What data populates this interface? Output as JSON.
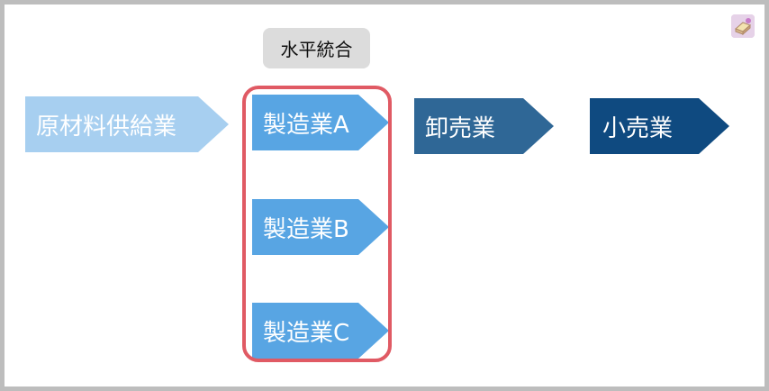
{
  "diagram": {
    "group_label": "水平統合",
    "stages": {
      "raw_materials": "原材料供給業",
      "manufacturer_a": "製造業A",
      "manufacturer_b": "製造業B",
      "manufacturer_c": "製造業C",
      "wholesale": "卸売業",
      "retail": "小売業"
    },
    "colors": {
      "raw_materials": "#a7cff0",
      "manufacturer": "#58a5e3",
      "wholesale": "#2f6796",
      "retail": "#0f4a80",
      "highlight_border": "#e05a64",
      "label_box": "#dcdcdc"
    }
  },
  "corner_icon": "app-badge-icon"
}
